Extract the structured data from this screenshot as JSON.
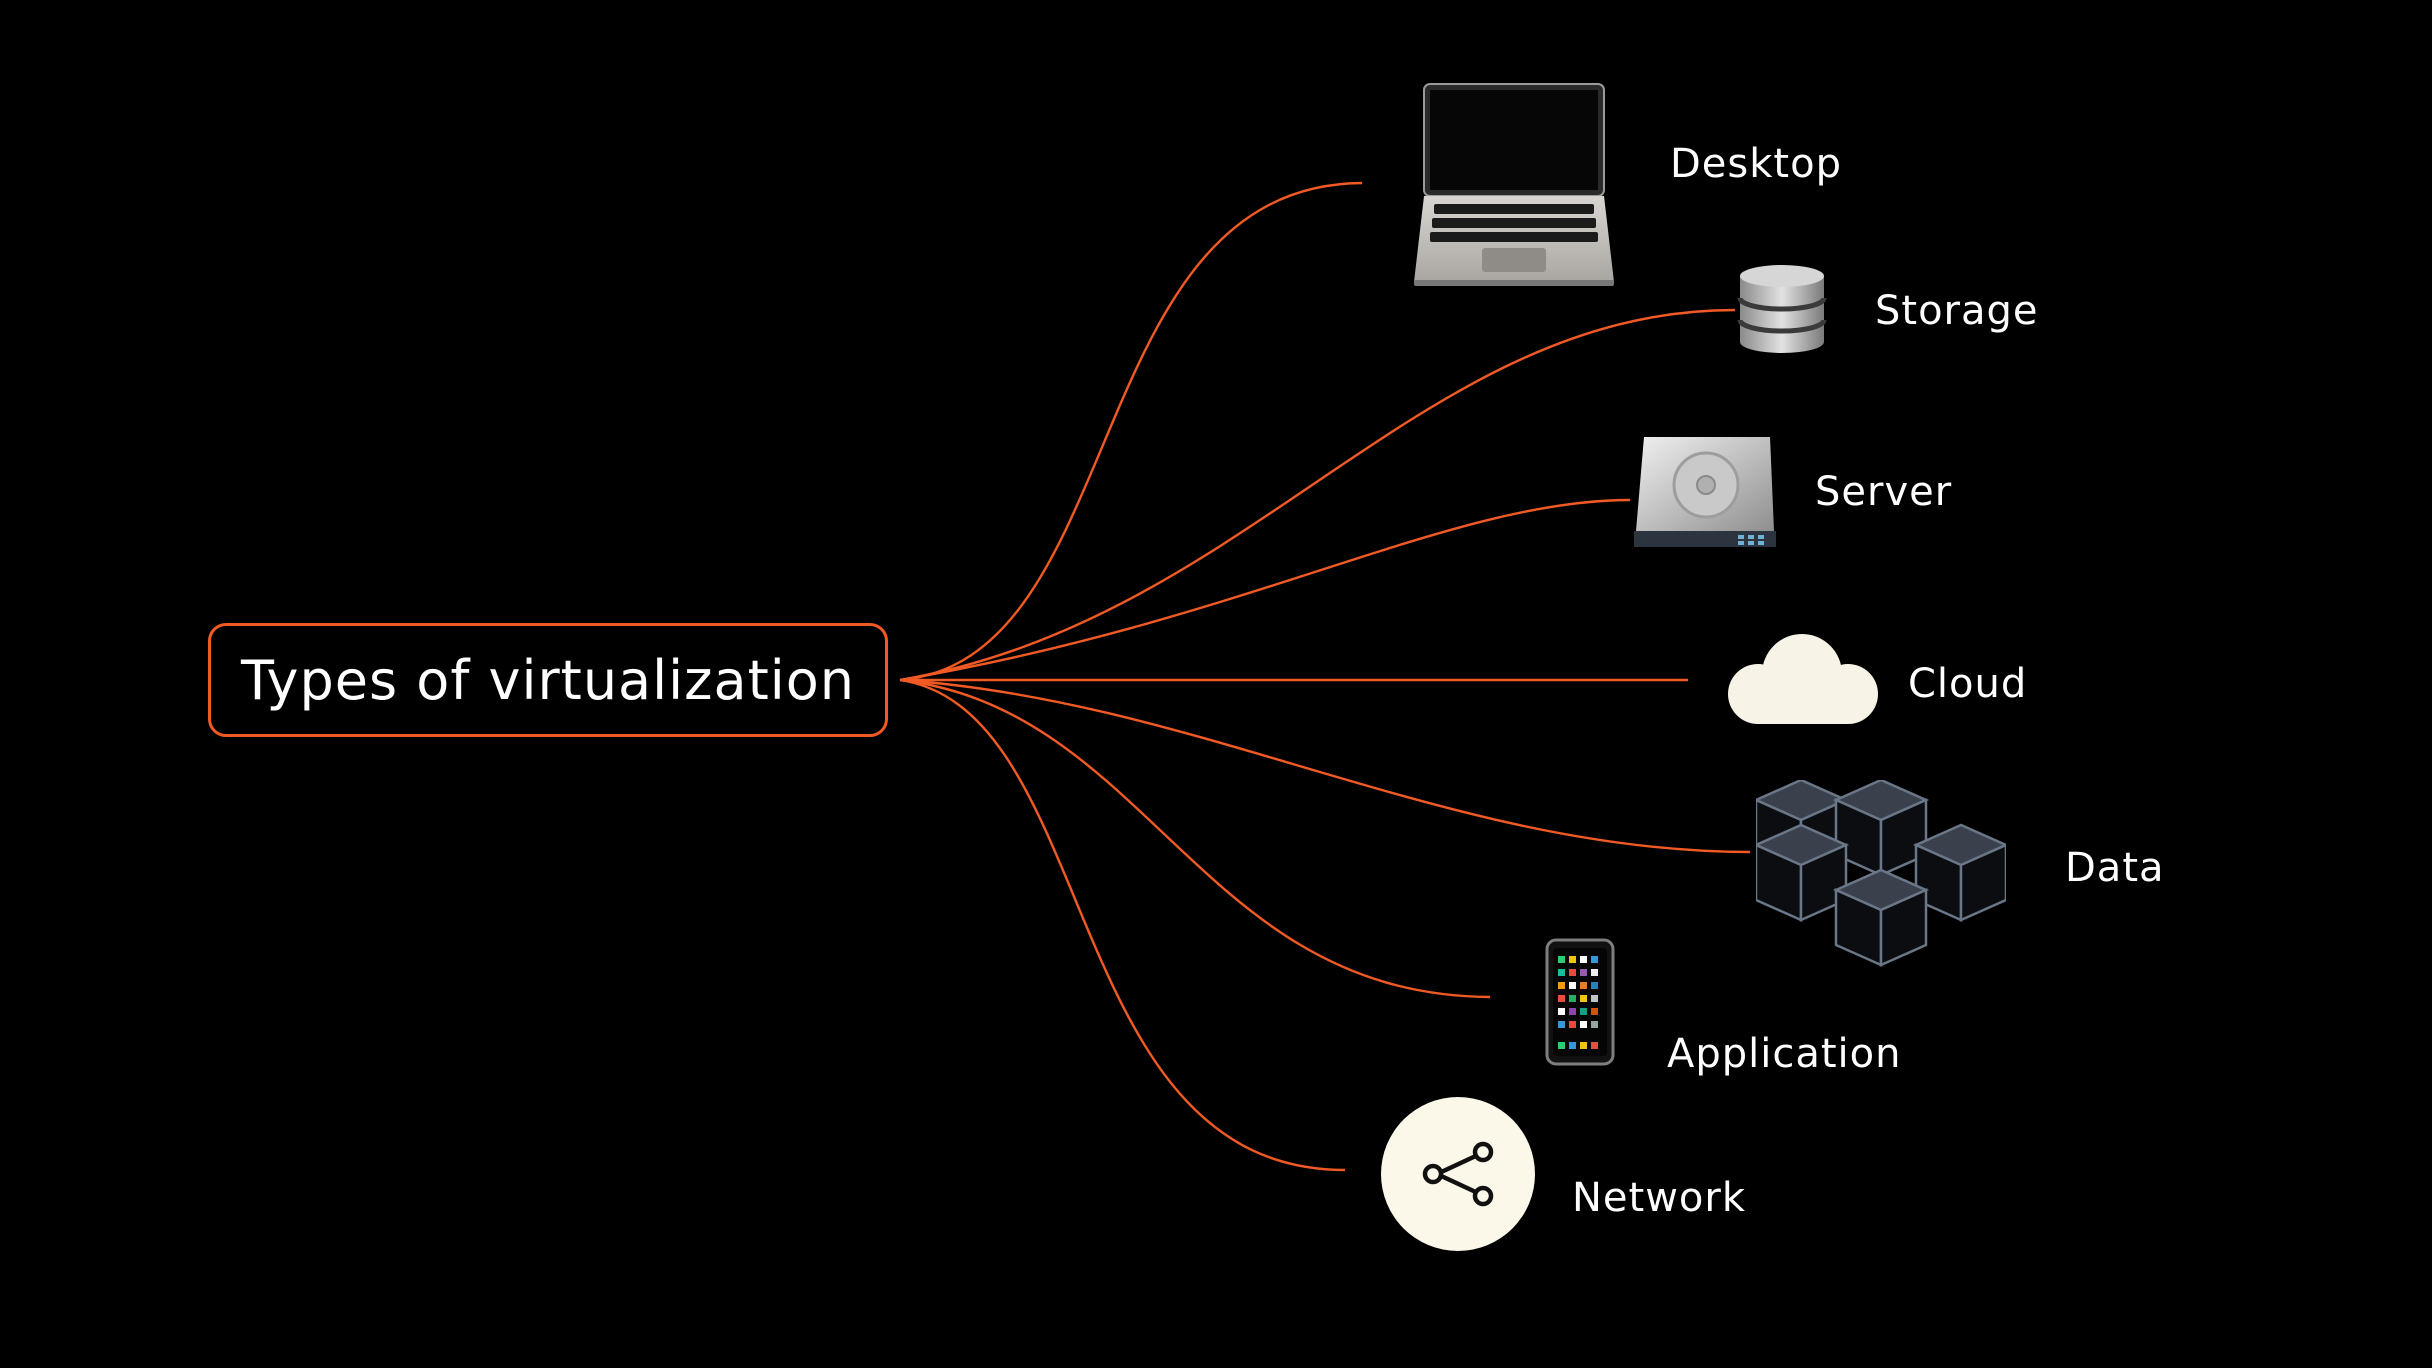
{
  "root": {
    "label": "Types of virtualization"
  },
  "branches": [
    {
      "label": "Desktop",
      "icon": "laptop-icon"
    },
    {
      "label": "Storage",
      "icon": "database-icon"
    },
    {
      "label": "Server",
      "icon": "hard-drive-icon"
    },
    {
      "label": "Cloud",
      "icon": "cloud-icon"
    },
    {
      "label": "Data",
      "icon": "cubes-icon"
    },
    {
      "label": "Application",
      "icon": "smartphone-icon"
    },
    {
      "label": "Network",
      "icon": "share-icon"
    }
  ],
  "colors": {
    "background": "#000000",
    "connector": "#f15a24",
    "text": "#ffffff"
  }
}
